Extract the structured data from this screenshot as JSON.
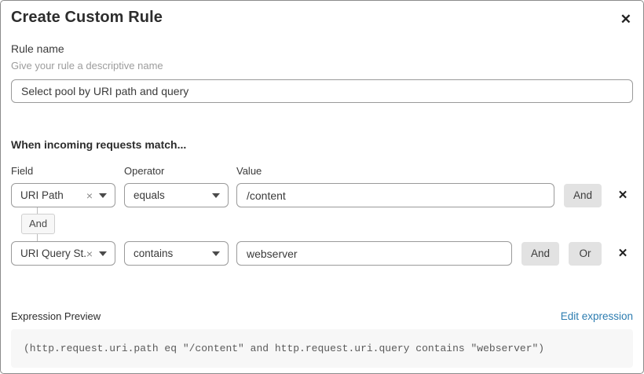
{
  "dialog": {
    "title": "Create Custom Rule",
    "close_icon": "✕"
  },
  "rule_name": {
    "label": "Rule name",
    "helper": "Give your rule a descriptive name",
    "value": "Select pool by URI path and query"
  },
  "match_section": {
    "heading": "When incoming requests match...",
    "columns": {
      "field": "Field",
      "operator": "Operator",
      "value": "Value"
    },
    "and_button": "And",
    "or_button": "Or",
    "connector_label": "And",
    "remove_icon": "×",
    "delete_icon": "✕",
    "rows": [
      {
        "field": "URI Path",
        "operator": "equals",
        "value": "/content"
      },
      {
        "field": "URI Query St...",
        "operator": "contains",
        "value": "webserver"
      }
    ]
  },
  "expression": {
    "label": "Expression Preview",
    "edit_link": "Edit expression",
    "code": "(http.request.uri.path eq \"/content\" and http.request.uri.query contains \"webserver\")"
  },
  "colors": {
    "link_blue": "#2c7cb0",
    "control_border": "#9a9a9a",
    "button_gray": "#e2e2e2",
    "code_background": "#f7f7f7"
  }
}
